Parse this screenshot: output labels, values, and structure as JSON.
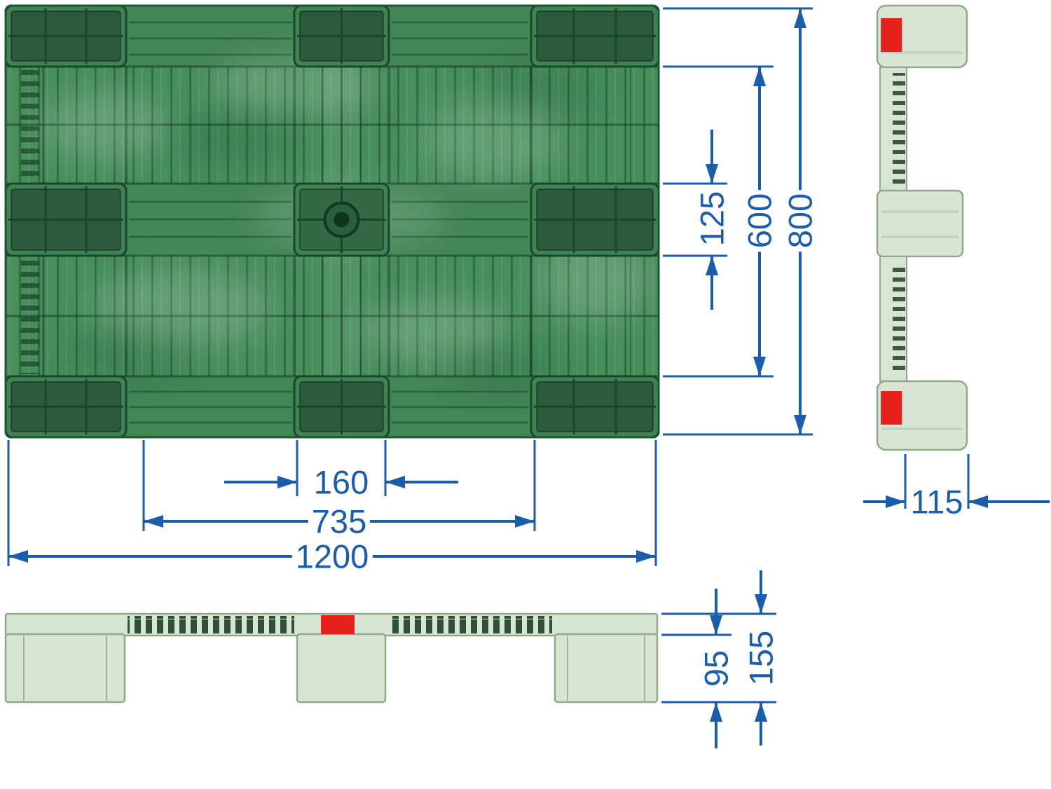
{
  "drawing": {
    "subject": "plastic pallet technical drawing with three orthographic views",
    "colors": {
      "dimension_blue": "#1a5dad",
      "pallet_green": "#478e5b",
      "pallet_green_dark": "#3f8254",
      "pallet_outline": "#1c5634",
      "pallet_pale_green": "#d8e5d3",
      "pallet_pale_outline": "#8fa98b",
      "accent_red": "#e8211d",
      "background": "#ffffff"
    }
  },
  "dimensions": {
    "top_view": {
      "length": "1200",
      "stringer_span": "735",
      "center_block_width": "160",
      "width": "800",
      "inner_width": "600",
      "center_block_depth": "125"
    },
    "side_view": {
      "block_width": "115"
    },
    "front_view": {
      "overall_height": "155",
      "opening_height": "95"
    }
  }
}
